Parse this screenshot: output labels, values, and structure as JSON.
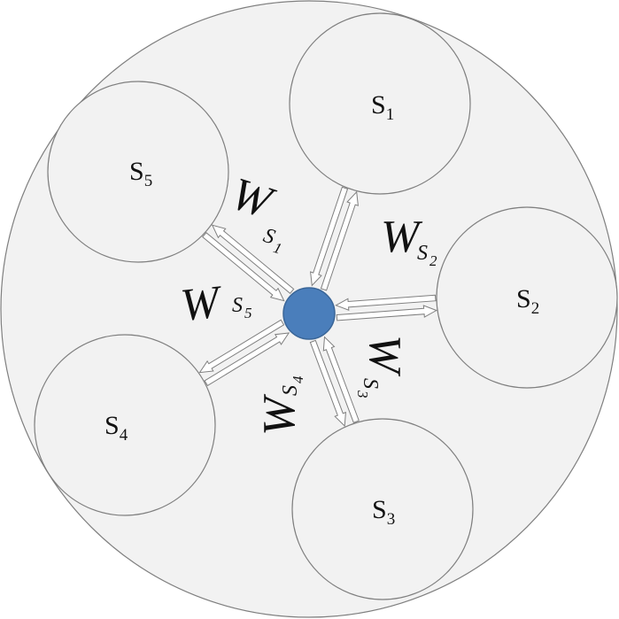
{
  "diagram": {
    "colors": {
      "outer_fill": "#f2f2f2",
      "satellite_fill": "#f2f2f2",
      "stroke": "#7f7f7f",
      "hub_fill": "#4a7ebb",
      "hub_stroke": "#3a6698",
      "arrow_fill": "#ffffff"
    },
    "satellites": [
      {
        "letter": "S",
        "sub": "1"
      },
      {
        "letter": "S",
        "sub": "2"
      },
      {
        "letter": "S",
        "sub": "3"
      },
      {
        "letter": "S",
        "sub": "4"
      },
      {
        "letter": "S",
        "sub": "5"
      }
    ],
    "flows": [
      {
        "letter": "W",
        "sub": "S",
        "sub_index": "1"
      },
      {
        "letter": "W",
        "sub": "S",
        "sub_index": "2"
      },
      {
        "letter": "W",
        "sub": "S",
        "sub_index": "3"
      },
      {
        "letter": "W",
        "sub": "S",
        "sub_index": "4"
      },
      {
        "letter": "W",
        "sub": "S",
        "sub_index": "5"
      }
    ]
  }
}
